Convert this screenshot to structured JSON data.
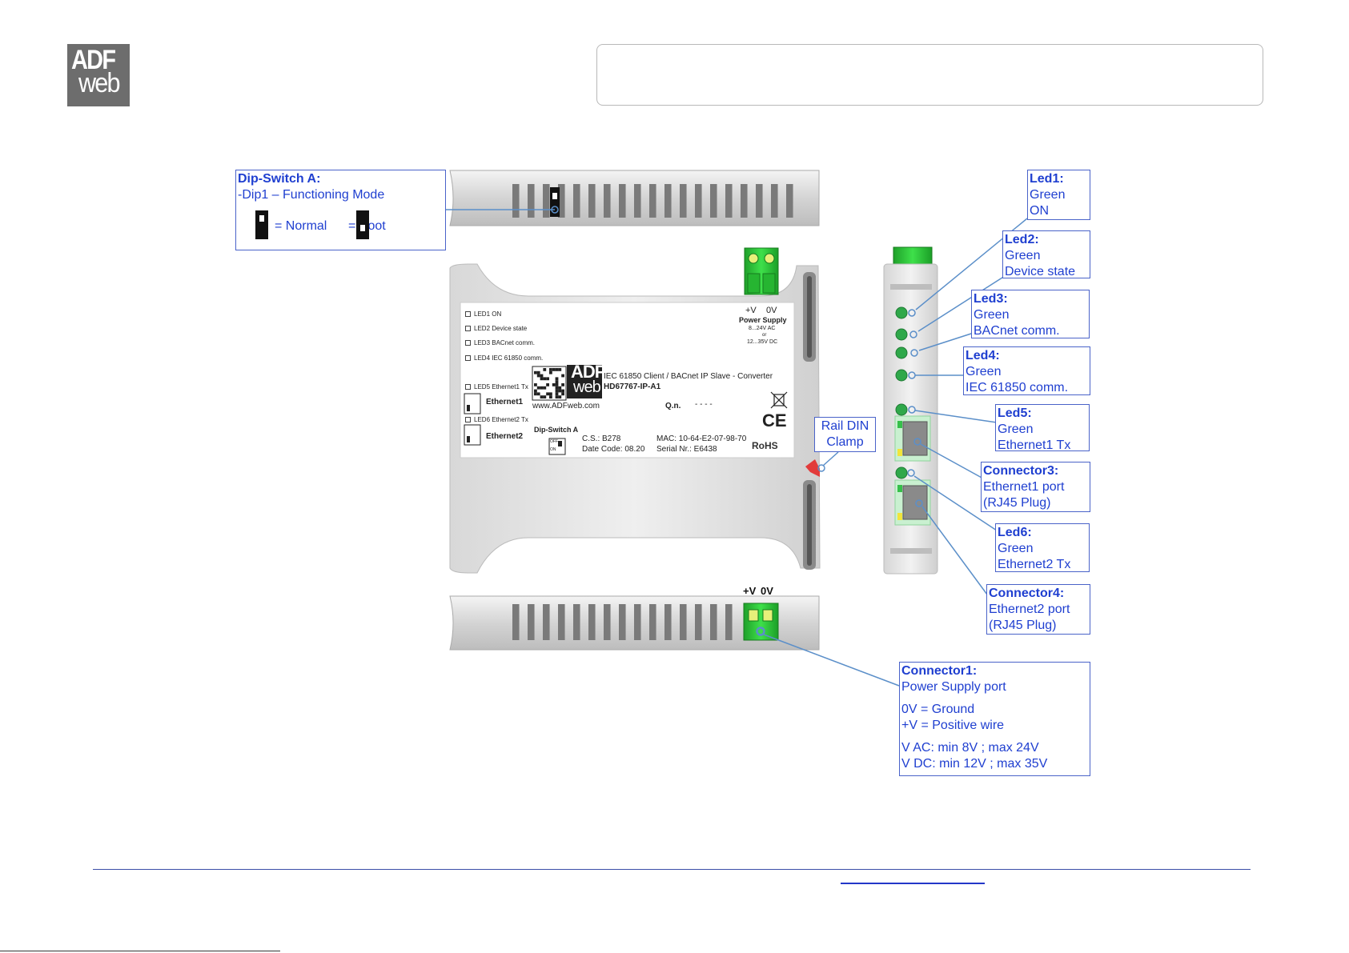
{
  "logo": {
    "line1": "ADF",
    "line2": "web"
  },
  "colors": {
    "callout_border": "#4a63c9",
    "callout_text": "#1f3fd0",
    "connector_green": "#2ecc3a",
    "led_green": "#2fa84a",
    "leader_line": "#5b8fc9"
  },
  "callouts": {
    "dipswitch": {
      "title": "Dip-Switch A:",
      "line1": "-Dip1 – Functioning Mode",
      "normal": "= Normal",
      "boot": "= Boot"
    },
    "led1": {
      "title": "Led1:",
      "line1": "Green",
      "line2": "ON"
    },
    "led2": {
      "title": "Led2:",
      "line1": "Green",
      "line2": "Device state"
    },
    "led3": {
      "title": "Led3:",
      "line1": "Green",
      "line2": "BACnet  comm."
    },
    "led4": {
      "title": "Led4:",
      "line1": "Green",
      "line2": "IEC 61850 comm."
    },
    "led5": {
      "title": "Led5:",
      "line1": "Green",
      "line2": "Ethernet1 Tx"
    },
    "conn3": {
      "title": "Connector3:",
      "line1": "Ethernet1 port",
      "line2": "(RJ45 Plug)"
    },
    "led6": {
      "title": "Led6:",
      "line1": "Green",
      "line2": "Ethernet2 Tx"
    },
    "conn4": {
      "title": "Connector4:",
      "line1": "Ethernet2 port",
      "line2": "(RJ45 Plug)"
    },
    "conn1": {
      "title": "Connector1:",
      "line1": "Power Supply port",
      "line2": "0V = Ground",
      "line3": "+V = Positive wire",
      "line4": "V AC: min 8V ; max 24V",
      "line5": "V DC: min 12V ; max 35V"
    },
    "rail": {
      "line1": "Rail DIN",
      "line2": "Clamp"
    }
  },
  "label": {
    "led1": "LED1 ON",
    "led2": "LED2 Device state",
    "led3": "LED3 BACnet comm.",
    "led4": "LED4 IEC 61850 comm.",
    "led5": "LED5 Ethernet1 Tx",
    "eth1": "Ethernet1",
    "led6": "LED6 Ethernet2 Tx",
    "eth2": "Ethernet2",
    "pv": "+V",
    "zv": "0V",
    "ps": "Power Supply",
    "ps_ac": "8...24V AC",
    "ps_or": "or",
    "ps_dc": "12...35V DC",
    "logo1": "ADF",
    "logo2": "web",
    "desc": "IEC 61850 Client / BACnet IP Slave - Converter",
    "model": "HD67767-IP-A1",
    "url": "www.ADFweb.com",
    "qn": "Q.n.",
    "qn_val": "- - - -",
    "dip": "Dip-Switch A",
    "dip_off": "OFF",
    "dip_on": "ON",
    "cs": "C.S.: B278",
    "date": "Date Code: 08.20",
    "mac": "MAC: 10-64-E2-07-98-70",
    "serial": "Serial Nr.: E6438",
    "rohs": "RoHS",
    "ce": "CE"
  },
  "bottom_terminal": {
    "pv": "+V",
    "zv": "0V"
  }
}
